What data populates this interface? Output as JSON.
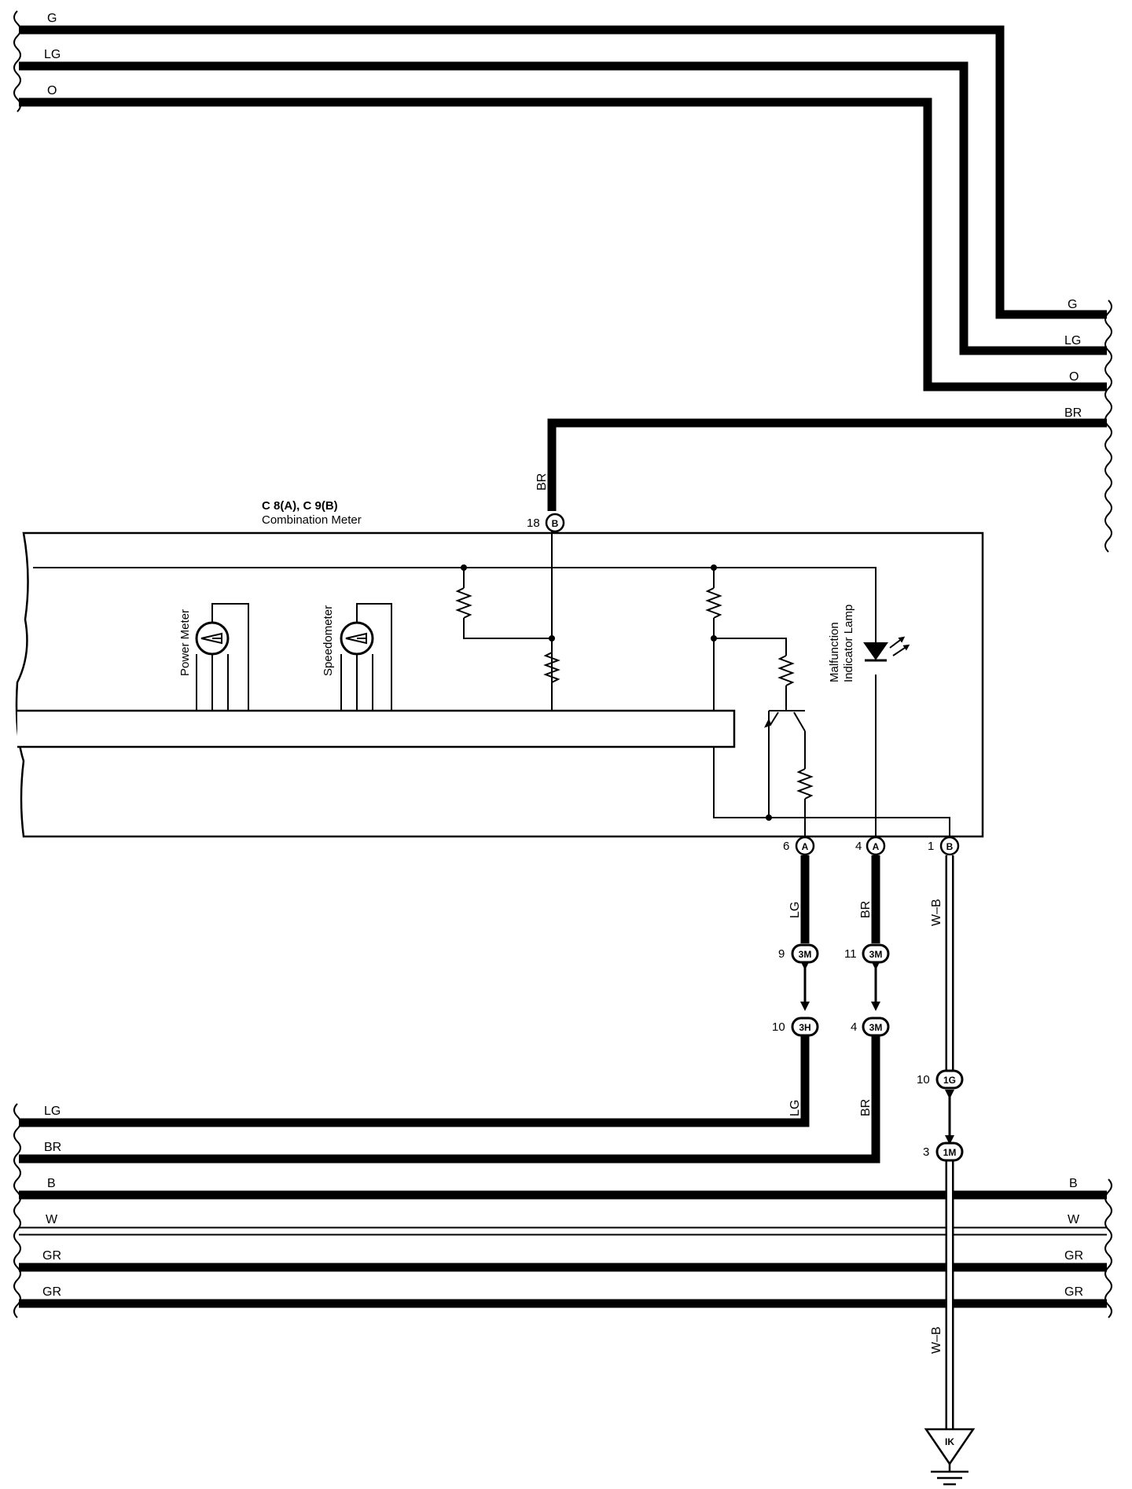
{
  "top_wires": {
    "left": [
      "G",
      "LG",
      "O"
    ],
    "right": [
      "G",
      "LG",
      "O",
      "BR"
    ]
  },
  "meter": {
    "title_connectors": "C 8(A), C 9(B)",
    "title_name": "Combination Meter",
    "gauge1": "Power Meter",
    "gauge2": "Speedometer",
    "lamp_line1": "Malfunction",
    "lamp_line2": "Indicator Lamp",
    "pin_top": {
      "num": "18",
      "id": "B",
      "color": "BR"
    },
    "pin_lg": {
      "num": "6",
      "id": "A"
    },
    "pin_br": {
      "num": "4",
      "id": "A"
    },
    "pin_wb": {
      "num": "1",
      "id": "B"
    }
  },
  "vertical_wires": {
    "lg": "LG",
    "br": "BR",
    "wb": "W–B"
  },
  "junctions": {
    "lg_upper": {
      "num": "9",
      "id": "3M"
    },
    "lg_lower": {
      "num": "10",
      "id": "3H"
    },
    "br_upper": {
      "num": "11",
      "id": "3M"
    },
    "br_lower": {
      "num": "4",
      "id": "3M"
    },
    "wb_upper": {
      "num": "10",
      "id": "1G"
    },
    "wb_lower": {
      "num": "3",
      "id": "1M"
    }
  },
  "bottom_wires": {
    "left": [
      "LG",
      "BR",
      "B",
      "W",
      "GR",
      "GR"
    ],
    "right": [
      "B",
      "W",
      "GR",
      "GR"
    ]
  },
  "ground": "IK"
}
